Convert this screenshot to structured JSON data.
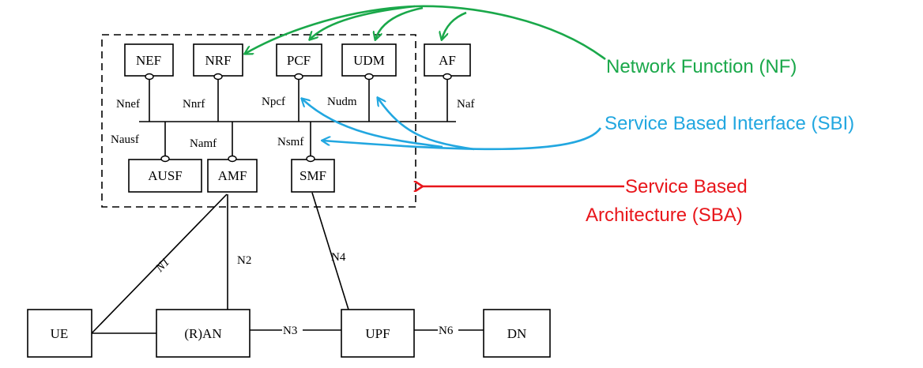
{
  "nodes": {
    "nef": "NEF",
    "nrf": "NRF",
    "pcf": "PCF",
    "udm": "UDM",
    "af": "AF",
    "ausf": "AUSF",
    "amf": "AMF",
    "smf": "SMF",
    "ue": "UE",
    "ran": "(R)AN",
    "upf": "UPF",
    "dn": "DN"
  },
  "interfaces": {
    "nnef": "Nnef",
    "nnrf": "Nnrf",
    "npcf": "Npcf",
    "nudm": "Nudm",
    "naf": "Naf",
    "nausf": "Nausf",
    "namf": "Namf",
    "nsmf": "Nsmf"
  },
  "reference_points": {
    "n1": "N1",
    "n2": "N2",
    "n3": "N3",
    "n4": "N4",
    "n6": "N6"
  },
  "callouts": {
    "nf": "Network Function (NF)",
    "sbi": "Service Based Interface (SBI)",
    "sba_line1": "Service Based",
    "sba_line2": "Architecture (SBA)"
  },
  "colors": {
    "nf": "#1aa84a",
    "sbi": "#22a7e0",
    "sba": "#e8161b"
  }
}
